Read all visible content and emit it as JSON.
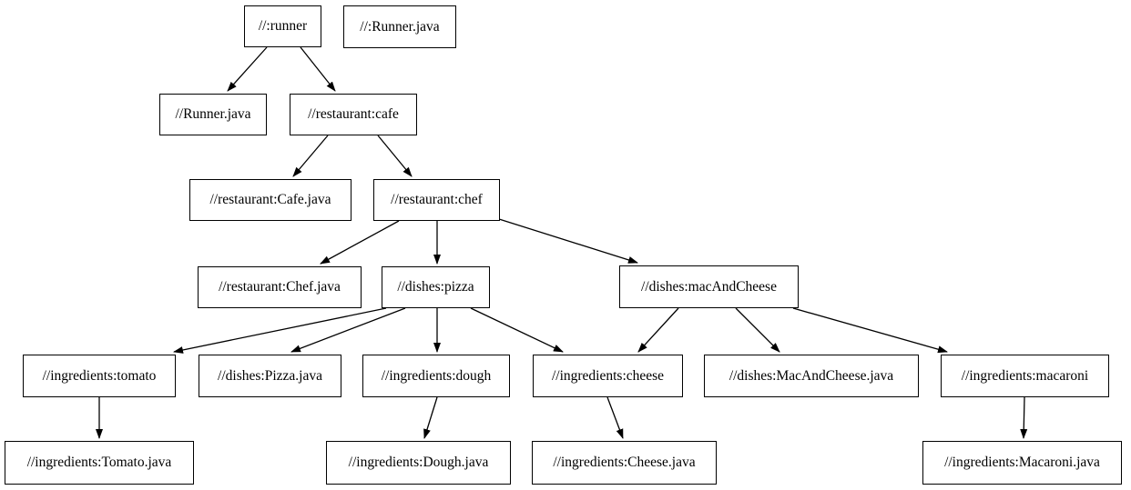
{
  "graph": {
    "background_color": "#ffffff",
    "node_fill_color": "#ffffff",
    "node_border_color": "#000000",
    "edge_color": "#000000",
    "text_color": "#000000",
    "nodes": [
      {
        "id": "runner",
        "label": "//:runner"
      },
      {
        "id": "runner-java-file",
        "label": "//:Runner.java"
      },
      {
        "id": "runner-java",
        "label": "//Runner.java"
      },
      {
        "id": "cafe",
        "label": "//restaurant:cafe"
      },
      {
        "id": "cafe-java",
        "label": "//restaurant:Cafe.java"
      },
      {
        "id": "chef",
        "label": "//restaurant:chef"
      },
      {
        "id": "chef-java",
        "label": "//restaurant:Chef.java"
      },
      {
        "id": "pizza",
        "label": "//dishes:pizza"
      },
      {
        "id": "mac-and-cheese",
        "label": "//dishes:macAndCheese"
      },
      {
        "id": "tomato",
        "label": "//ingredients:tomato"
      },
      {
        "id": "pizza-java",
        "label": "//dishes:Pizza.java"
      },
      {
        "id": "dough",
        "label": "//ingredients:dough"
      },
      {
        "id": "cheese",
        "label": "//ingredients:cheese"
      },
      {
        "id": "mac-and-cheese-java",
        "label": "//dishes:MacAndCheese.java"
      },
      {
        "id": "macaroni",
        "label": "//ingredients:macaroni"
      },
      {
        "id": "tomato-java",
        "label": "//ingredients:Tomato.java"
      },
      {
        "id": "dough-java",
        "label": "//ingredients:Dough.java"
      },
      {
        "id": "cheese-java",
        "label": "//ingredients:Cheese.java"
      },
      {
        "id": "macaroni-java",
        "label": "//ingredients:Macaroni.java"
      }
    ],
    "edges": [
      {
        "from": "runner",
        "to": "runner-java"
      },
      {
        "from": "runner",
        "to": "cafe"
      },
      {
        "from": "cafe",
        "to": "cafe-java"
      },
      {
        "from": "cafe",
        "to": "chef"
      },
      {
        "from": "chef",
        "to": "chef-java"
      },
      {
        "from": "chef",
        "to": "pizza"
      },
      {
        "from": "chef",
        "to": "mac-and-cheese"
      },
      {
        "from": "pizza",
        "to": "tomato"
      },
      {
        "from": "pizza",
        "to": "pizza-java"
      },
      {
        "from": "pizza",
        "to": "dough"
      },
      {
        "from": "pizza",
        "to": "cheese"
      },
      {
        "from": "mac-and-cheese",
        "to": "cheese"
      },
      {
        "from": "mac-and-cheese",
        "to": "mac-and-cheese-java"
      },
      {
        "from": "mac-and-cheese",
        "to": "macaroni"
      },
      {
        "from": "tomato",
        "to": "tomato-java"
      },
      {
        "from": "dough",
        "to": "dough-java"
      },
      {
        "from": "cheese",
        "to": "cheese-java"
      },
      {
        "from": "macaroni",
        "to": "macaroni-java"
      }
    ]
  }
}
